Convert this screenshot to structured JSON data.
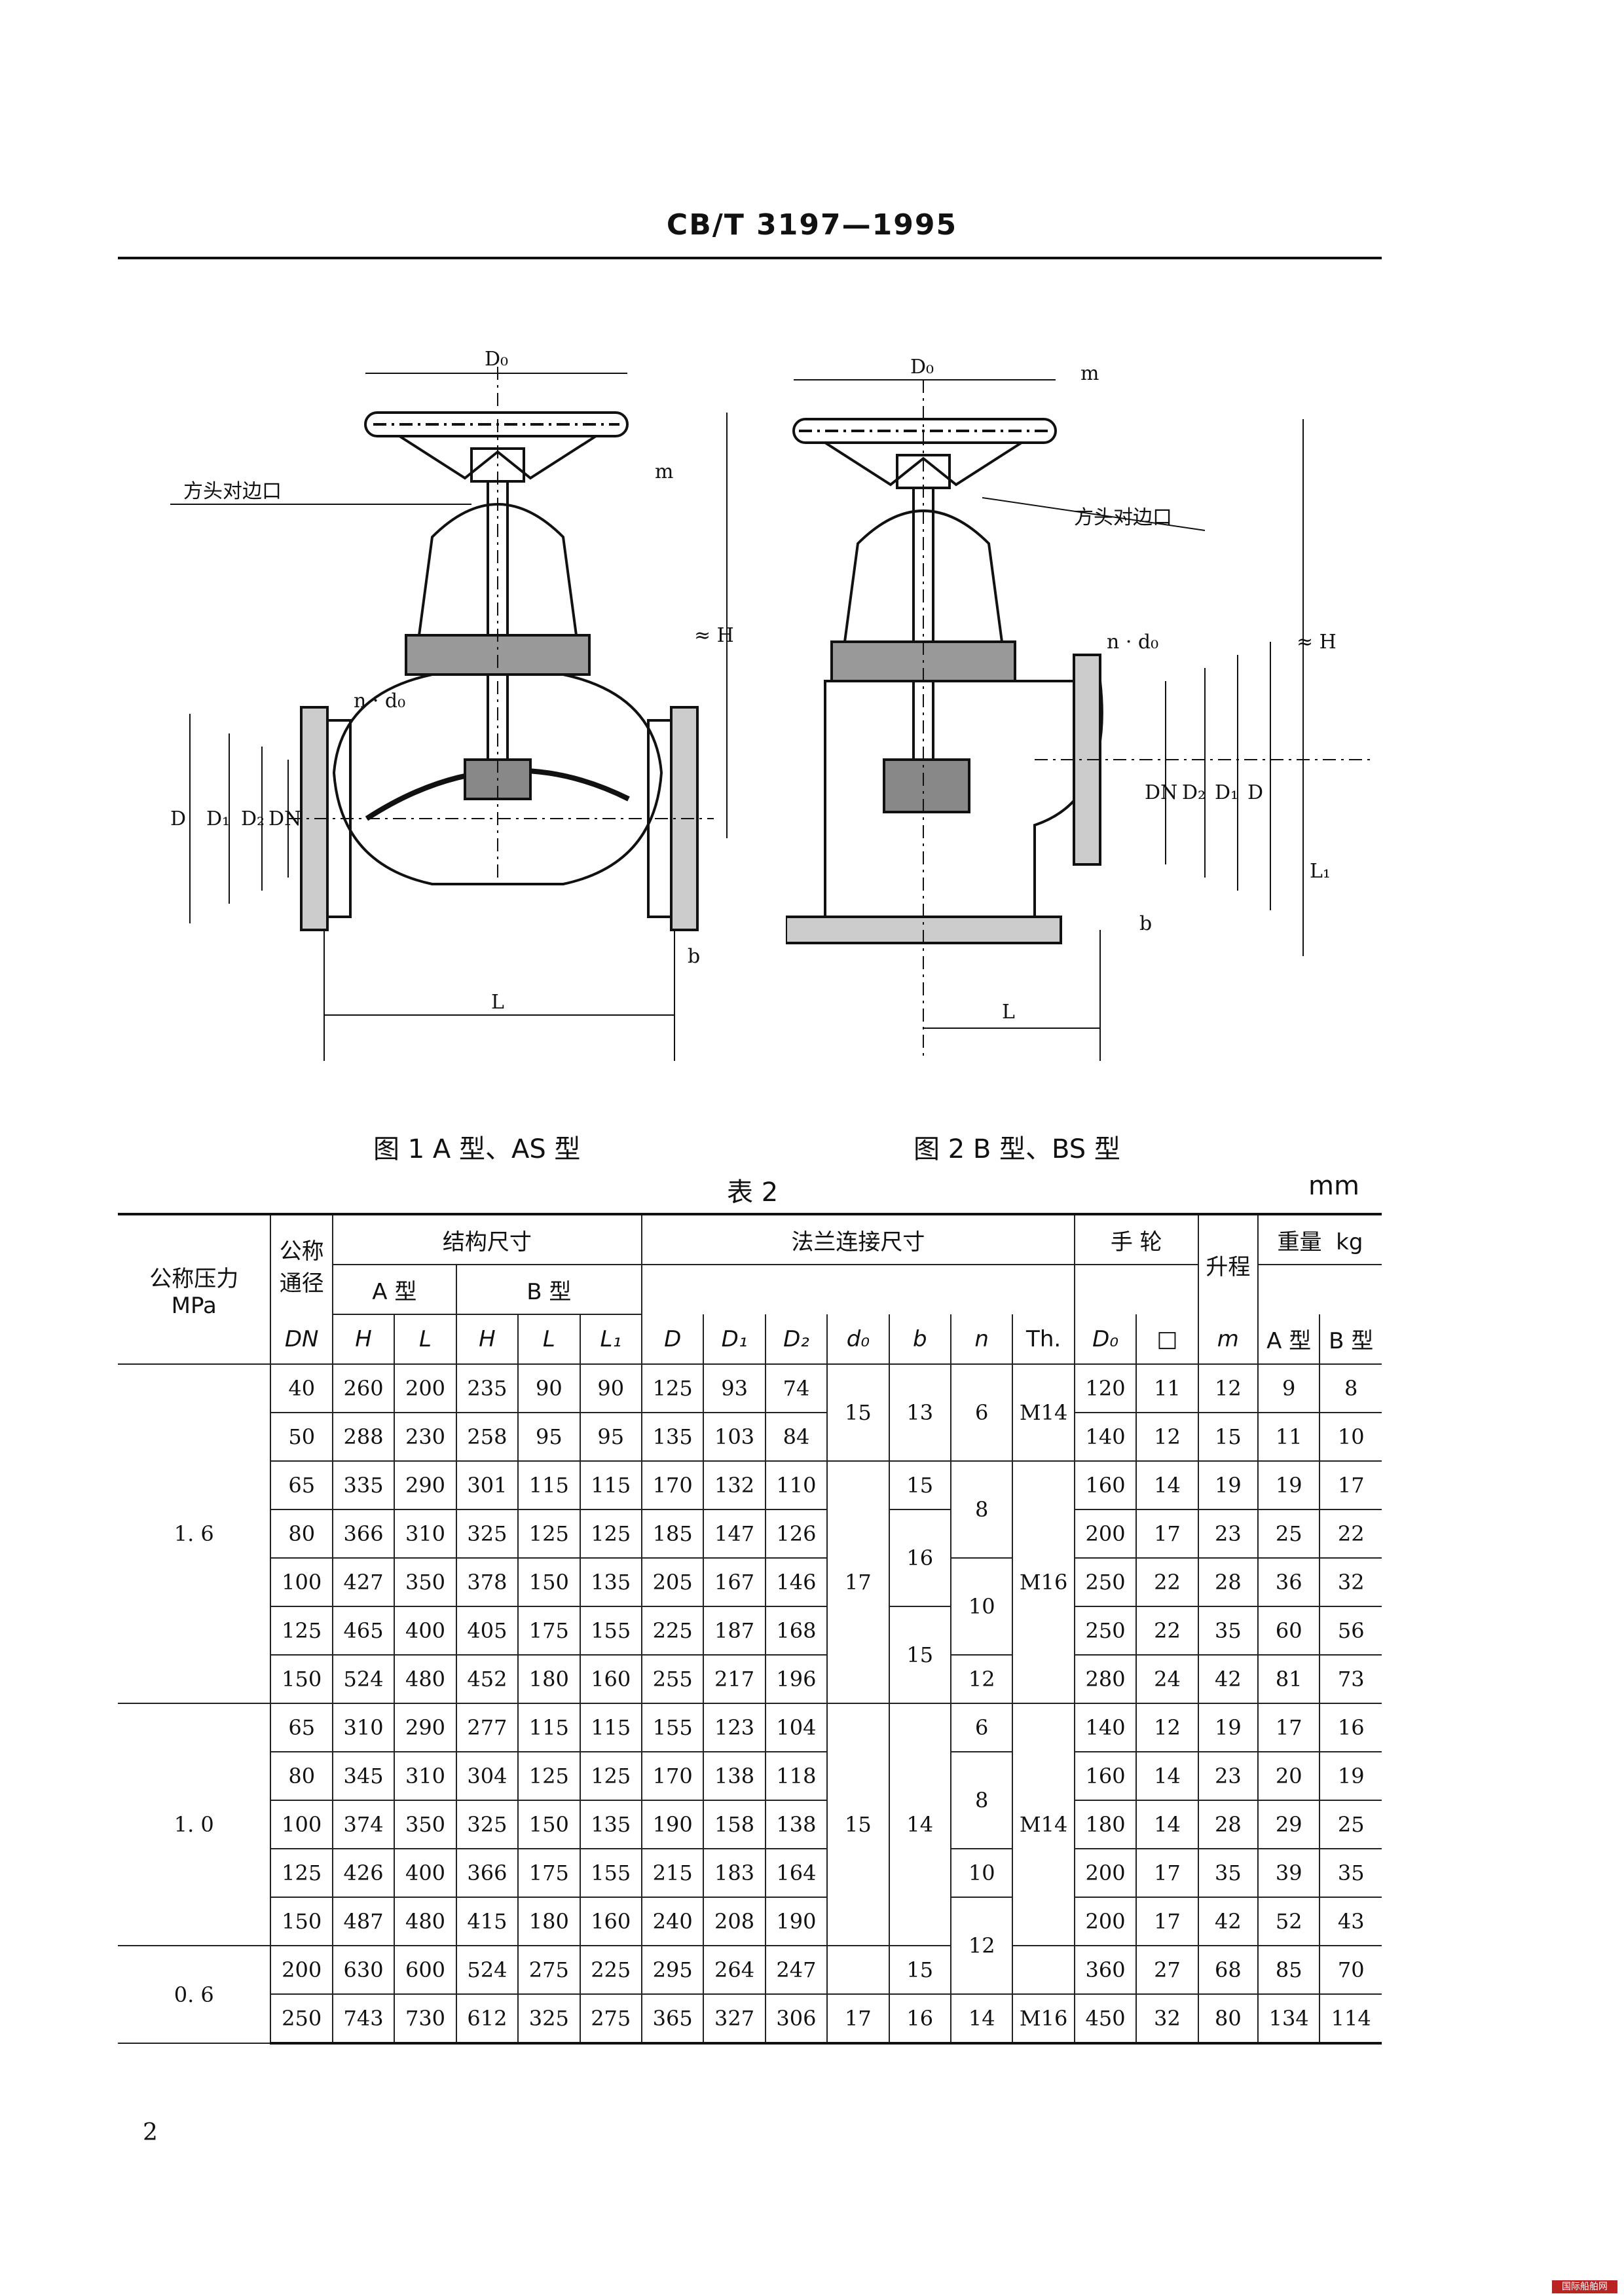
{
  "header": {
    "doc_code": "CB/T 3197—1995"
  },
  "figures": [
    {
      "caption": "图 1   A 型、AS 型",
      "labels": {
        "d0": "D₀",
        "m": "m",
        "square": "方头对边口",
        "h": "≈ H",
        "nd": "n · d₀",
        "D": "D",
        "D1": "D₁",
        "D2": "D₂",
        "DN": "DN",
        "L": "L",
        "b": "b"
      }
    },
    {
      "caption": "图 2   B 型、BS 型",
      "labels": {
        "d0": "D₀",
        "m": "m",
        "square": "方头对边口",
        "h": "≈ H",
        "nd": "n · d₀",
        "D": "D",
        "D1": "D₁",
        "D2": "D₂",
        "DN": "DN",
        "L": "L",
        "L1": "L₁",
        "b": "b"
      }
    }
  ],
  "table": {
    "title": "表 2",
    "unit": "mm",
    "header": {
      "pressure": "公称压力",
      "pressure_unit": "MPa",
      "dn1": "公称",
      "dn2": "通径",
      "dn3": "DN",
      "struct": "结构尺寸",
      "flange": "法兰连接尺寸",
      "wheel": "手  轮",
      "lift": "升程",
      "weight": "重量",
      "weight_unit": "kg",
      "type_a": "A 型",
      "type_b": "B 型",
      "H": "H",
      "L": "L",
      "L1": "L₁",
      "D": "D",
      "D1": "D₁",
      "D2": "D₂",
      "d0": "d₀",
      "b": "b",
      "n": "n",
      "th": "Th.",
      "wheel_D0": "D₀",
      "wheel_sq": "□",
      "m": "m",
      "w_a": "A 型",
      "w_b": "B 型"
    },
    "groups": [
      {
        "pressure": "1. 6",
        "rows": [
          [
            "40",
            "260",
            "200",
            "235",
            "90",
            "90",
            "125",
            "93",
            "74",
            "120",
            "11",
            "12",
            "9",
            "8"
          ],
          [
            "50",
            "288",
            "230",
            "258",
            "95",
            "95",
            "135",
            "103",
            "84",
            "140",
            "12",
            "15",
            "11",
            "10"
          ],
          [
            "65",
            "335",
            "290",
            "301",
            "115",
            "115",
            "170",
            "132",
            "110",
            "160",
            "14",
            "19",
            "19",
            "17"
          ],
          [
            "80",
            "366",
            "310",
            "325",
            "125",
            "125",
            "185",
            "147",
            "126",
            "200",
            "17",
            "23",
            "25",
            "22"
          ],
          [
            "100",
            "427",
            "350",
            "378",
            "150",
            "135",
            "205",
            "167",
            "146",
            "250",
            "22",
            "28",
            "36",
            "32"
          ],
          [
            "125",
            "465",
            "400",
            "405",
            "175",
            "155",
            "225",
            "187",
            "168",
            "250",
            "22",
            "35",
            "60",
            "56"
          ],
          [
            "150",
            "524",
            "480",
            "452",
            "180",
            "160",
            "255",
            "217",
            "196",
            "280",
            "24",
            "42",
            "81",
            "73"
          ]
        ]
      },
      {
        "pressure": "1. 0",
        "rows": [
          [
            "65",
            "310",
            "290",
            "277",
            "115",
            "115",
            "155",
            "123",
            "104",
            "140",
            "12",
            "19",
            "17",
            "16"
          ],
          [
            "80",
            "345",
            "310",
            "304",
            "125",
            "125",
            "170",
            "138",
            "118",
            "160",
            "14",
            "23",
            "20",
            "19"
          ],
          [
            "100",
            "374",
            "350",
            "325",
            "150",
            "135",
            "190",
            "158",
            "138",
            "180",
            "14",
            "28",
            "29",
            "25"
          ],
          [
            "125",
            "426",
            "400",
            "366",
            "175",
            "155",
            "215",
            "183",
            "164",
            "200",
            "17",
            "35",
            "39",
            "35"
          ],
          [
            "150",
            "487",
            "480",
            "415",
            "180",
            "160",
            "240",
            "208",
            "190",
            "200",
            "17",
            "42",
            "52",
            "43"
          ]
        ]
      },
      {
        "pressure": "0. 6",
        "rows": [
          [
            "200",
            "630",
            "600",
            "524",
            "275",
            "225",
            "295",
            "264",
            "247",
            "360",
            "27",
            "68",
            "85",
            "70"
          ],
          [
            "250",
            "743",
            "730",
            "612",
            "325",
            "275",
            "365",
            "327",
            "306",
            "450",
            "32",
            "80",
            "134",
            "114"
          ]
        ]
      }
    ],
    "merged": {
      "d0_a": "15",
      "b_a": "13",
      "n_a": "6",
      "th_a": "M14",
      "d0_b": "17",
      "b_65": "15",
      "n_b": "8",
      "b_b": "16",
      "th_b": "M16",
      "n_c": "10",
      "b_c": "15",
      "n_150": "12",
      "n_d": "6",
      "n_e": "8",
      "d0_c": "15",
      "b_d": "14",
      "th_c": "M14",
      "n_f": "10",
      "n_g": "12",
      "b_200": "15",
      "d0_250": "17",
      "b_250": "16",
      "n_250": "14",
      "th_250": "M16"
    }
  },
  "page_number": "2",
  "watermark": "国际船舶网"
}
